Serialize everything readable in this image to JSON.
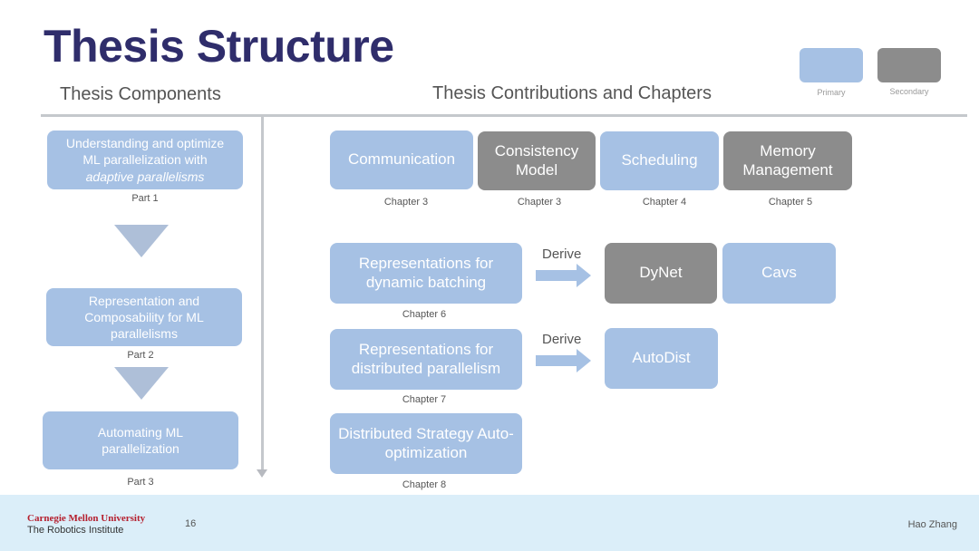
{
  "title": "Thesis Structure",
  "subtitle_left": "Thesis Components",
  "subtitle_right": "Thesis Contributions and Chapters",
  "legend": {
    "primary_label": "Primary",
    "secondary_label": "Secondary",
    "primary_color": "#a6c1e4",
    "secondary_color": "#8c8c8c"
  },
  "components": [
    {
      "text_lines": [
        "Understanding and optimize",
        "ML parallelization with"
      ],
      "italic_line": "adaptive parallelisms",
      "caption": "Part 1"
    },
    {
      "text_lines": [
        "Representation and",
        "Composability for ML",
        "parallelisms"
      ],
      "caption": "Part 2"
    },
    {
      "text_lines": [
        "Automating ML",
        "parallelization"
      ],
      "caption": "Part 3"
    }
  ],
  "top_row": [
    {
      "label": "Communication",
      "caption": "Chapter 3",
      "kind": "primary"
    },
    {
      "label": "Consistency Model",
      "caption": "Chapter 3",
      "kind": "secondary"
    },
    {
      "label": "Scheduling",
      "caption": "Chapter 4",
      "kind": "primary"
    },
    {
      "label": "Memory Management",
      "caption": "Chapter 5",
      "kind": "secondary"
    }
  ],
  "rep_rows": [
    {
      "label": "Representations for dynamic batching",
      "caption": "Chapter 6",
      "derive_label": "Derive",
      "derived": [
        {
          "label": "DyNet",
          "kind": "secondary"
        },
        {
          "label": "Cavs",
          "kind": "primary"
        }
      ]
    },
    {
      "label": "Representations for distributed parallelism",
      "caption": "Chapter 7",
      "derive_label": "Derive",
      "derived": [
        {
          "label": "AutoDist",
          "kind": "primary"
        }
      ]
    }
  ],
  "strategy": {
    "label": "Distributed Strategy Auto-optimization",
    "caption": "Chapter 8"
  },
  "footer": {
    "university": "Carnegie Mellon University",
    "institute": "The Robotics Institute",
    "page_number": "16",
    "author": "Hao Zhang"
  }
}
